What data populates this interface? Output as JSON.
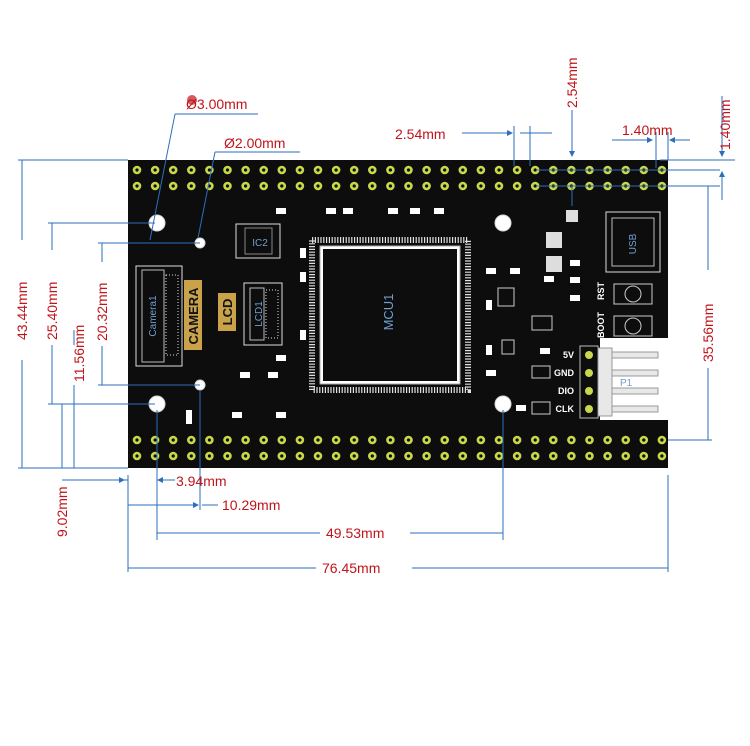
{
  "dimensions": {
    "hole_dia": "Ø3.00mm",
    "small_hole_dia": "Ø2.00mm",
    "pitch_h": "2.54mm",
    "pitch_v": "2.54mm",
    "edge_h": "1.40mm",
    "edge_v": "1.40mm",
    "height_total": "43.44mm",
    "h_25_40": "25.40mm",
    "h_20_32": "20.32mm",
    "h_11_56": "11.56mm",
    "h_9_02": "9.02mm",
    "h_35_56": "35.56mm",
    "w_3_94": "3.94mm",
    "w_10_29": "10.29mm",
    "w_49_53": "49.53mm",
    "w_76_45": "76.45mm"
  },
  "board": {
    "color": "#0d0d0d",
    "pad_color": "#c8d84a",
    "mcu_label": "MCU1",
    "ic2_label": "IC2",
    "camera_conn_label": "Camera1",
    "lcd_conn_label": "LCD1",
    "usb_label": "USB",
    "header_label": "P1",
    "camera_tag": "CAMERA",
    "lcd_tag": "LCD",
    "rst_label": "RST",
    "boot_label": "BOOT",
    "pin_labels": [
      "5V",
      "GND",
      "DIO",
      "CLK"
    ]
  }
}
